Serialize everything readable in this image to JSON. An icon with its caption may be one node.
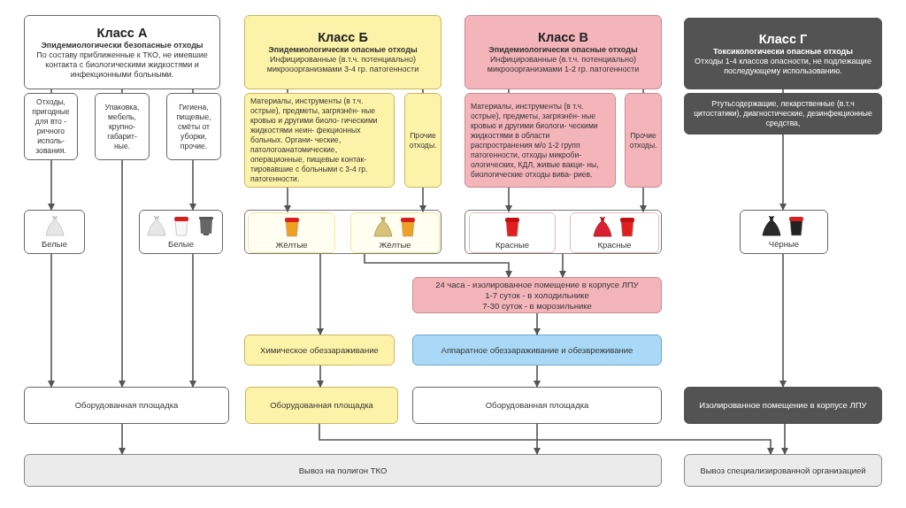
{
  "diagram": {
    "nodes": [
      {
        "text": [
          "Класс А",
          "Эпидемиологически безопасные отходы",
          "По составу приближенные к ТКО, не имевшие контакта с биологическими жидкостями и инфекционными больными."
        ]
      },
      {
        "text": [
          "Отходы, пригодные для вто - ричного исполь- зования."
        ]
      },
      {
        "text": [
          "Упаковка, мебель, крупно- габарит- ные."
        ]
      },
      {
        "text": [
          "Гигиена, пищевые, смёты от уборки, прочие."
        ]
      },
      {
        "text": [
          "Класс Б",
          "Эпидемиологически опасные отходы",
          "Инфицированные (в.т.ч. потенциально) микрооорганизмами 3-4 гр. патогенности"
        ]
      },
      {
        "text": [
          "Материалы, инструменты (в т.ч. острые), предметы, загрязнён- ные кровью и другими биоло- гическими жидкостями неин- фекционных больных. Органи- ческие, патологоанатомические, операционные, пищевые контак- тировавшие с больными с 3-4 гр. патогенности."
        ]
      },
      {
        "text": [
          "Прочие отходы."
        ]
      },
      {
        "text": [
          "Класс В",
          "Эпидемиологически опасные отходы",
          "Инфицированные (в.т.ч. потенциально) микрооорганизмами 1-2 гр. патогенности"
        ]
      },
      {
        "text": [
          "Материалы, инструменты (в т.ч. острые), предметы, загрязнён- ные кровью и другими биологи- ческими жидкостями в области распространения м/о 1-2 групп патогенности, отходы микроби- ологических, КДЛ, живые вакци- ны, биологические отходы вива- риев."
        ]
      },
      {
        "text": [
          "Прочие отходы."
        ]
      },
      {
        "text": [
          "Класс Г",
          "Токсикологически опасные отходы",
          "Отходы 1-4 классов опасности, не подлежащие последующему использованию."
        ]
      },
      {
        "text": [
          "Ртутьсодержащие, лекарственные (в.т.ч цитостатики), диагностические, дезинфекционные средства,"
        ]
      },
      {
        "text": [
          "Белые"
        ]
      },
      {
        "text": [
          "Белые"
        ]
      },
      {
        "text": [],
        "shape": "box"
      },
      {
        "text": [
          "Жёлтые"
        ],
        "in": 14
      },
      {
        "text": [
          "Жёлтые"
        ],
        "in": 14
      },
      {
        "text": [],
        "shape": "box"
      },
      {
        "text": [
          "Красные"
        ],
        "in": 17
      },
      {
        "text": [
          "Красные"
        ],
        "in": 17
      },
      {
        "text": [
          "Чёрные"
        ]
      },
      {
        "text": [
          "24 часа - изолированное помещение в корпусе ЛПУ",
          "1-7   суток - в холодильнике",
          "7-30 суток - в морозильнике"
        ]
      },
      {
        "text": [
          "Химическое обеззараживание"
        ]
      },
      {
        "text": [
          "Аппаратное обеззараживание и обезвреживание"
        ]
      },
      {
        "text": [
          "Оборудованная площадка"
        ]
      },
      {
        "text": [
          "Оборудованная площадка"
        ]
      },
      {
        "text": [
          "Оборудованная площадка"
        ]
      },
      {
        "text": [
          "Изолированное помещение в корпусе ЛПУ"
        ]
      },
      {
        "text": [
          "Вывоз на полигон ТКО"
        ]
      },
      {
        "text": [
          "Вывоз специализированной организацией"
        ]
      }
    ],
    "edges": [
      {
        "from": 0,
        "to": 1,
        "arrow": "none"
      },
      {
        "from": 0,
        "to": 2,
        "arrow": "none"
      },
      {
        "from": 0,
        "to": 3,
        "arrow": "none"
      },
      {
        "from": 4,
        "to": 5,
        "arrow": "none"
      },
      {
        "from": 4,
        "to": 6,
        "arrow": "none"
      },
      {
        "from": 7,
        "to": 8,
        "arrow": "none"
      },
      {
        "from": 7,
        "to": 9,
        "arrow": "none"
      },
      {
        "from": 10,
        "to": 11,
        "arrow": "none"
      },
      {
        "from": 1,
        "to": 12,
        "arrow": "to"
      },
      {
        "from": 3,
        "to": 13,
        "arrow": "to"
      },
      {
        "from": 2,
        "to": 24,
        "arrow": "to"
      },
      {
        "from": 12,
        "to": 24,
        "arrow": "to"
      },
      {
        "from": 13,
        "to": 24,
        "arrow": "to"
      },
      {
        "from": 5,
        "to": 15,
        "arrow": "to"
      },
      {
        "from": 6,
        "to": 16,
        "arrow": "to"
      },
      {
        "from": 8,
        "to": 18,
        "arrow": "to"
      },
      {
        "from": 9,
        "to": 19,
        "arrow": "to"
      },
      {
        "from": 11,
        "to": 20,
        "arrow": "to"
      },
      {
        "from": 14,
        "to": 22,
        "arrow": "to"
      },
      {
        "from": 14,
        "to": 21,
        "arrow": "to"
      },
      {
        "from": 17,
        "to": 21,
        "arrow": "to"
      },
      {
        "from": 21,
        "to": 23,
        "arrow": "to"
      },
      {
        "from": 22,
        "to": 25,
        "arrow": "to"
      },
      {
        "from": 23,
        "to": 26,
        "arrow": "to"
      },
      {
        "from": 20,
        "to": 27,
        "arrow": "to"
      },
      {
        "from": 24,
        "to": 28,
        "arrow": "to"
      },
      {
        "from": 26,
        "to": 28,
        "arrow": "to"
      },
      {
        "from": 25,
        "to": 29,
        "arrow": "to"
      },
      {
        "from": 27,
        "to": 29,
        "arrow": "to"
      }
    ]
  }
}
